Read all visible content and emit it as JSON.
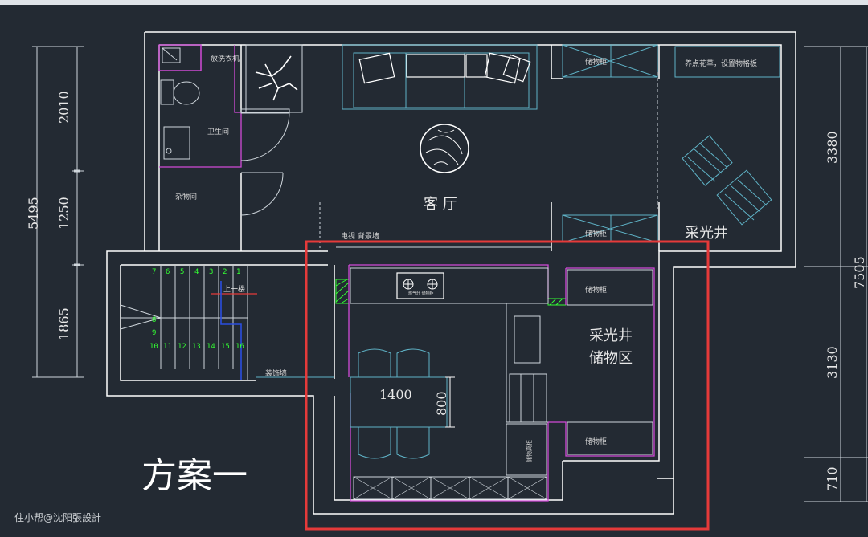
{
  "plan_label": "方案一",
  "watermark": "住小帮@沈阳張設計",
  "rooms": {
    "living_room": "客  厅",
    "bathroom": "卫生间",
    "storage_room": "杂物间",
    "washer": "放洗衣机",
    "storage_cabinet_top": "储物柜",
    "storage_cabinet_mid": "储物柜",
    "storage_cabinet_right_top": "储物柜",
    "storage_cabinet_right_bottom": "储物柜",
    "light_well_top": "采光井",
    "light_well_storage_line1": "采光井",
    "light_well_storage_line2": "储物区",
    "flower_note": "养点花草，设置物格板",
    "tv_wall": "电视  背景墙",
    "stair_up": "上一楼",
    "decor_wall": "装饰墙",
    "stove_note": "燃气灶 储物柜",
    "fridge_note": "储物高柜"
  },
  "dimensions": {
    "left_total": "5495",
    "left_1": "2010",
    "left_2": "1250",
    "left_3": "1865",
    "right_total": "7505",
    "right_1": "3380",
    "right_2": "3130",
    "right_3": "710",
    "table_width": "1400",
    "table_depth": "800"
  },
  "stairs": {
    "top_row": [
      "7",
      "6",
      "5",
      "4",
      "3",
      "2",
      "1"
    ],
    "side": [
      "8",
      "9"
    ],
    "bottom_row": [
      "10",
      "11",
      "12",
      "13",
      "14",
      "15",
      "16"
    ]
  },
  "colors": {
    "background": "#232a33",
    "wall": "#ffffff",
    "furniture": "#5fb3c7",
    "cabinet": "#d14bd8",
    "highlight": "#e53a3a",
    "stair_numbers": "#33ff33"
  }
}
